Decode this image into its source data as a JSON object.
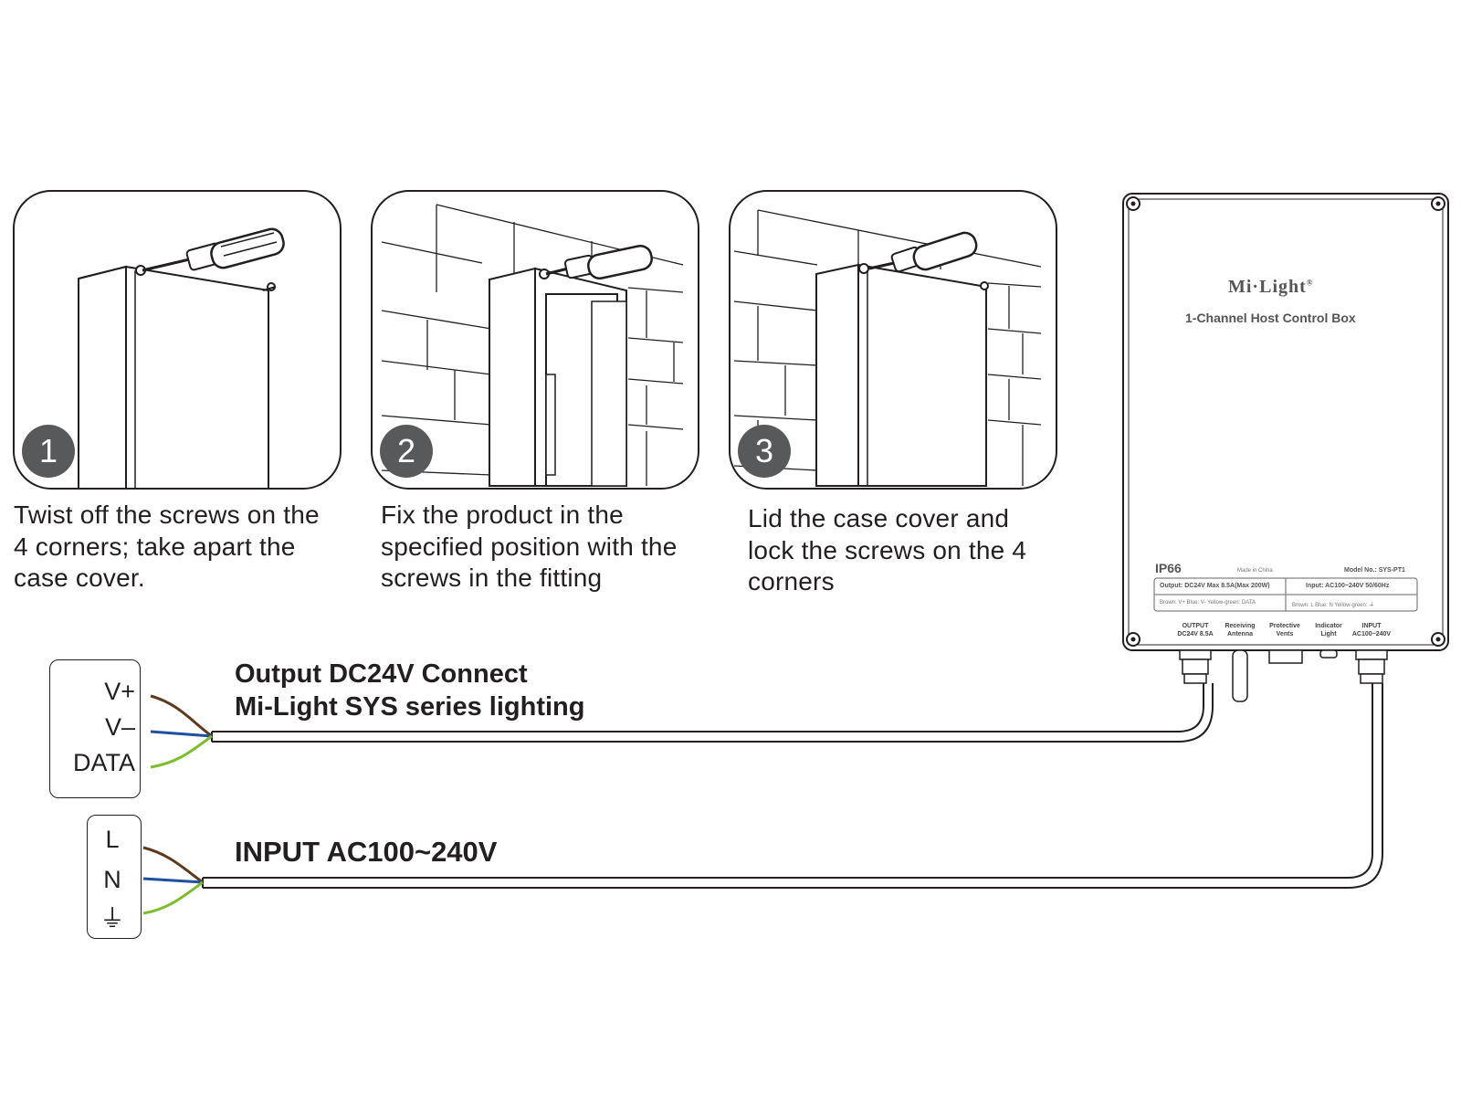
{
  "steps": [
    {
      "number": "1",
      "caption_lines": [
        "Twist off the screws on the",
        "4 corners; take apart the",
        "case cover."
      ]
    },
    {
      "number": "2",
      "caption_lines": [
        "Fix the product in the",
        "specified position with the",
        "screws in the fitting"
      ]
    },
    {
      "number": "3",
      "caption_lines": [
        "Lid the case cover and",
        "lock the screws on the 4",
        "corners"
      ]
    }
  ],
  "device": {
    "brand": "Mi·Light",
    "registered_mark": "®",
    "title": "1-Channel Host Control Box",
    "ip_rating": "IP66",
    "made_in": "Made in China",
    "model": "Model No.: SYS-PT1",
    "output_spec": "Output: DC24V   Max 8.5A(Max 200W)",
    "input_spec": "Input: AC100~240V  50/60Hz",
    "output_wires": "Brown: V+     Blue: V-     Yellow-green: DATA",
    "input_wires": "Brown: L      Blue: N      Yellow-green: ⏚",
    "ports": [
      {
        "label_1": "OUTPUT",
        "label_2": "DC24V 8.5A"
      },
      {
        "label_1": "Receiving",
        "label_2": "Antenna"
      },
      {
        "label_1": "Protective",
        "label_2": "Vents"
      },
      {
        "label_1": "Indicator",
        "label_2": "Light"
      },
      {
        "label_1": "INPUT",
        "label_2": "AC100~240V"
      }
    ]
  },
  "output_cable": {
    "label_line1": "Output DC24V Connect",
    "label_line2": "Mi-Light SYS series lighting",
    "terminals": [
      "V+",
      "V–",
      "DATA"
    ]
  },
  "input_cable": {
    "label": "INPUT AC100~240V",
    "terminals": [
      "L",
      "N",
      "⏚"
    ]
  },
  "wire_colors": {
    "brown": "#5c3a1e",
    "blue": "#1f4fa0",
    "yellow_green": "#7dbb2f",
    "badge": "#58595b",
    "line": "#231f20"
  }
}
